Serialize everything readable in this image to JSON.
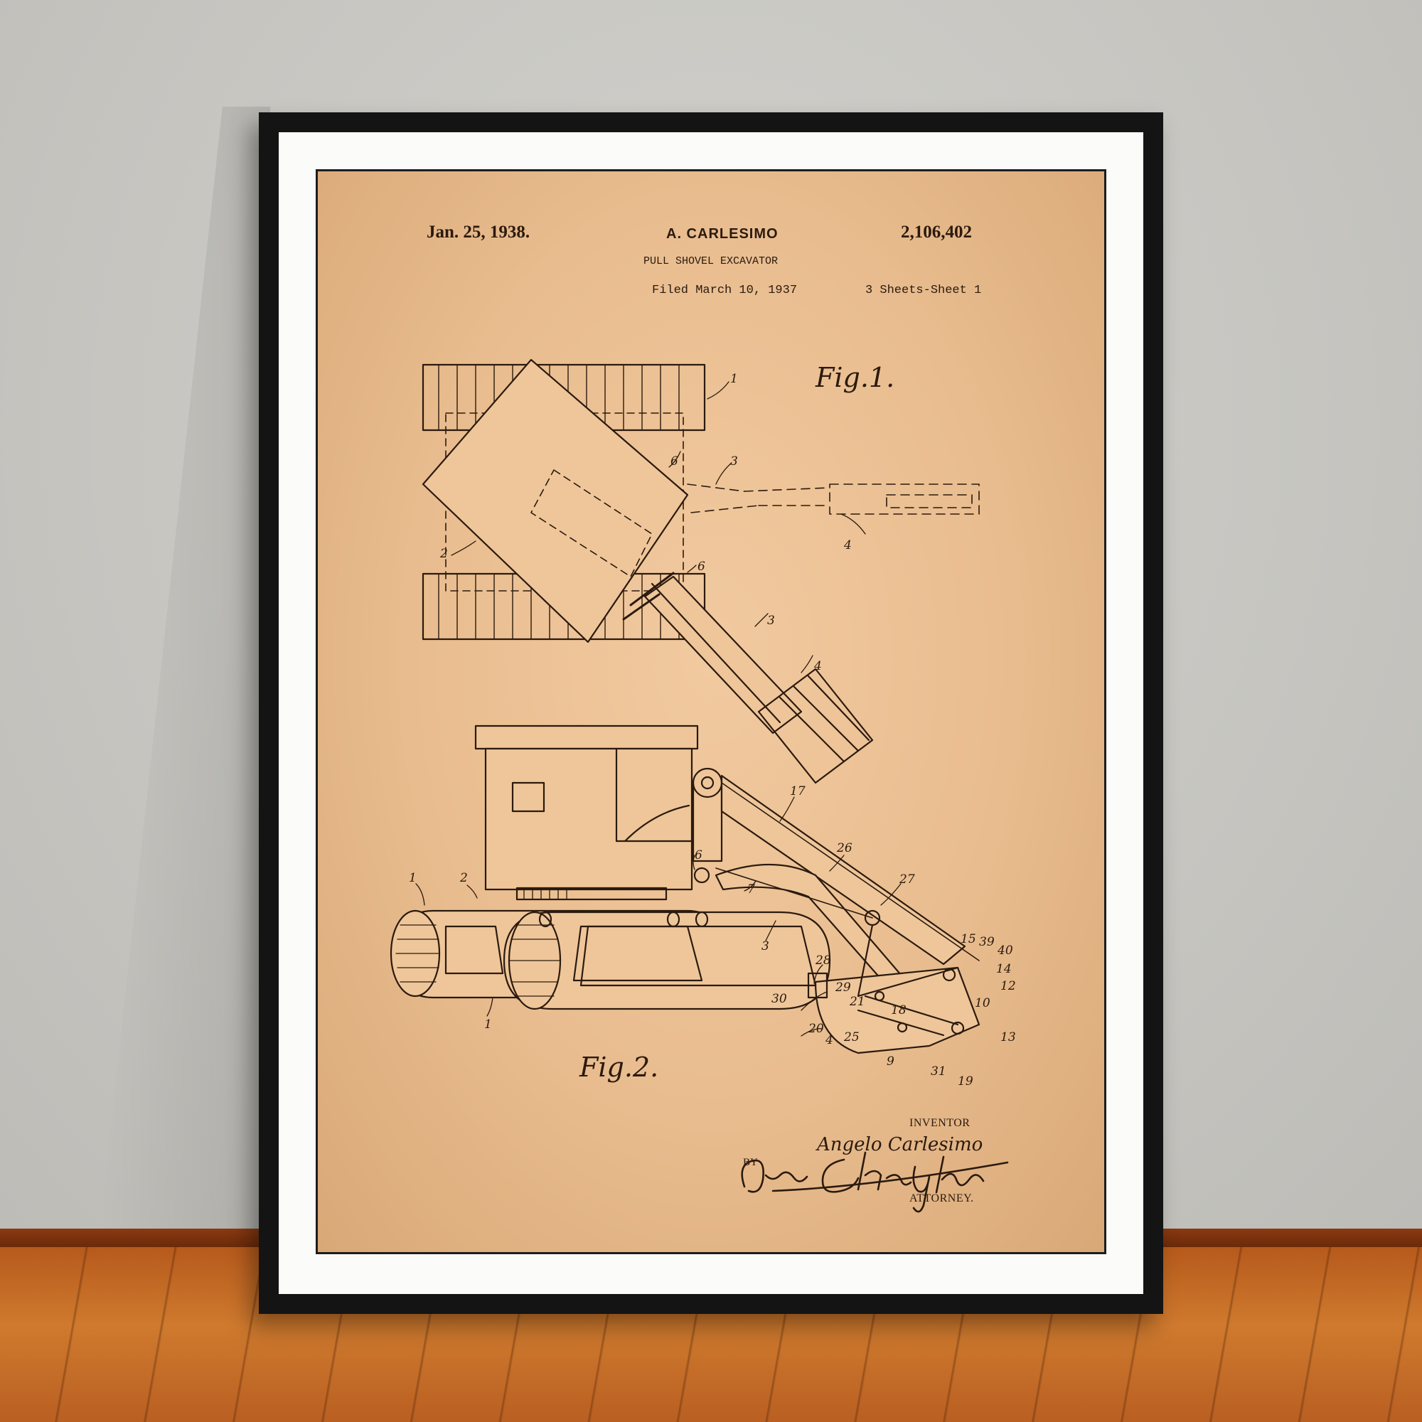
{
  "patent": {
    "date": "Jan. 25, 1938.",
    "inventor_header": "A. CARLESIMO",
    "number": "2,106,402",
    "title": "PULL SHOVEL EXCAVATOR",
    "filed": "Filed March 10, 1937",
    "sheets": "3 Sheets-Sheet 1",
    "fig1_label": "Fig.1.",
    "fig2_label": "Fig.2.",
    "inventor_caption": "INVENTOR",
    "inventor_name": "Angelo Carlesimo",
    "by": "BY",
    "attorney_signature": "Louis Chayka",
    "attorney_caption": "ATTORNEY."
  },
  "fig1_refs": [
    "1",
    "2",
    "3",
    "4",
    "6",
    "3",
    "4",
    "6"
  ],
  "fig2_refs": [
    "1",
    "2",
    "1",
    "6",
    "7",
    "17",
    "26",
    "27",
    "3",
    "15",
    "39",
    "40",
    "14",
    "12",
    "10",
    "13",
    "28",
    "29",
    "21",
    "18",
    "30",
    "20",
    "25",
    "9",
    "31",
    "19",
    "4"
  ],
  "colors": {
    "paper": "#ecc296",
    "ink": "#2b1a0e",
    "frame": "#141414",
    "mat": "#fbfbfa",
    "wall": "#c9c8c3",
    "floor": "#c26a26"
  }
}
